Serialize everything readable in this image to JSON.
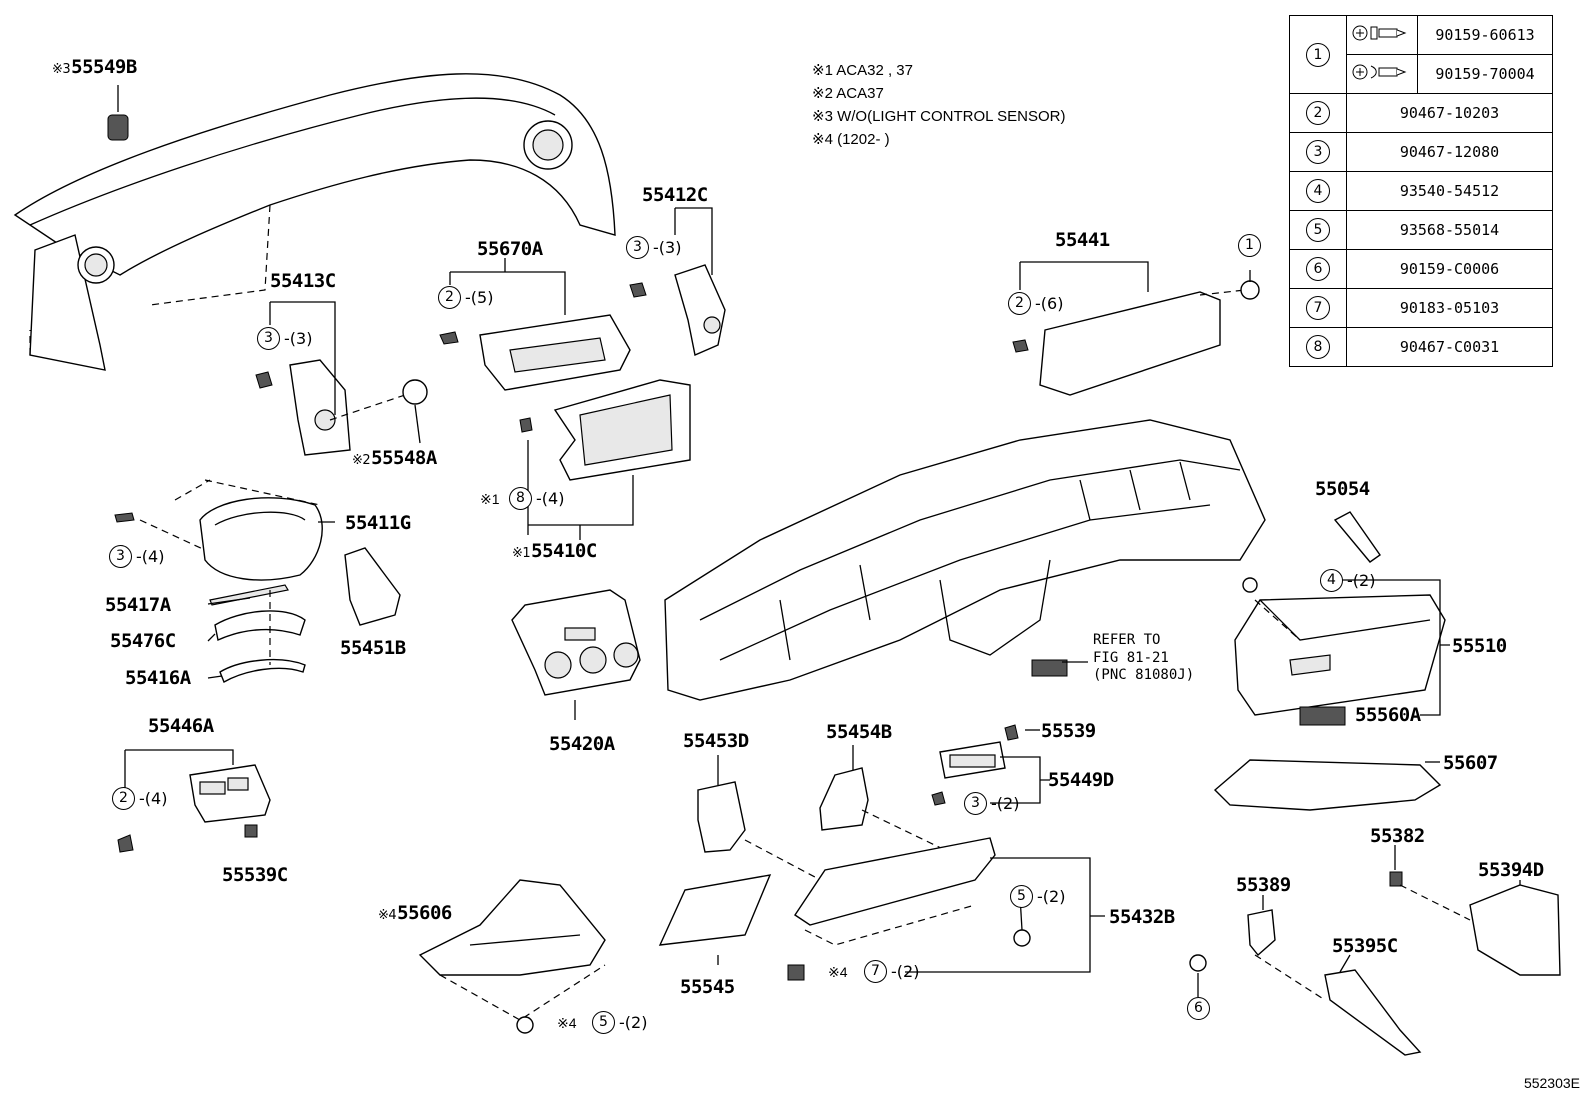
{
  "notes": [
    {
      "mark": "※1",
      "text": "ACA32 , 37"
    },
    {
      "mark": "※2",
      "text": "ACA37"
    },
    {
      "mark": "※3",
      "text": "W/O(LIGHT CONTROL SENSOR)"
    },
    {
      "mark": "※4",
      "text": "(1202-      )"
    }
  ],
  "fastener_table": [
    {
      "key": "1",
      "icon": "screw-icon",
      "part": "90159-60613"
    },
    {
      "key": "",
      "icon": "screw-icon",
      "part": "90159-70004"
    },
    {
      "key": "2",
      "part": "90467-10203"
    },
    {
      "key": "3",
      "part": "90467-12080"
    },
    {
      "key": "4",
      "part": "93540-54512"
    },
    {
      "key": "5",
      "part": "93568-55014"
    },
    {
      "key": "6",
      "part": "90159-C0006"
    },
    {
      "key": "7",
      "part": "90183-05103"
    },
    {
      "key": "8",
      "part": "90467-C0031"
    }
  ],
  "parts": {
    "p55549B": {
      "mark": "※3",
      "label": "55549B"
    },
    "p55413C": {
      "label": "55413C"
    },
    "p55548A": {
      "mark": "※2",
      "label": "55548A"
    },
    "p55670A": {
      "label": "55670A"
    },
    "p55412C": {
      "label": "55412C"
    },
    "p55441": {
      "label": "55441"
    },
    "p55411G": {
      "label": "55411G"
    },
    "p55410C": {
      "mark": "※1",
      "label": "55410C"
    },
    "p55417A": {
      "label": "55417A"
    },
    "p55476C": {
      "label": "55476C"
    },
    "p55416A": {
      "label": "55416A"
    },
    "p55451B": {
      "label": "55451B"
    },
    "p55054": {
      "label": "55054"
    },
    "p55510": {
      "label": "55510"
    },
    "p55560A": {
      "label": "55560A"
    },
    "p55607": {
      "label": "55607"
    },
    "p55420A": {
      "label": "55420A"
    },
    "p55446A": {
      "label": "55446A"
    },
    "p55539C": {
      "label": "55539C"
    },
    "p55453D": {
      "label": "55453D"
    },
    "p55454B": {
      "label": "55454B"
    },
    "p55539": {
      "label": "55539"
    },
    "p55449D": {
      "label": "55449D"
    },
    "p55606": {
      "mark": "※4",
      "label": "55606"
    },
    "p55545": {
      "label": "55545"
    },
    "p55432B": {
      "label": "55432B"
    },
    "p55382": {
      "label": "55382"
    },
    "p55389": {
      "label": "55389"
    },
    "p55394D": {
      "label": "55394D"
    },
    "p55395C": {
      "label": "55395C"
    }
  },
  "callouts": {
    "c1": {
      "num": "3",
      "qty": "-(3)"
    },
    "c2": {
      "num": "2",
      "qty": "-(5)"
    },
    "c3": {
      "num": "3",
      "qty": "-(3)"
    },
    "c4": {
      "num": "2",
      "qty": "-(6)"
    },
    "c5": {
      "num": "1",
      "qty": ""
    },
    "c6": {
      "num": "3",
      "qty": "-(4)"
    },
    "c7": {
      "mark": "※1",
      "num": "8",
      "qty": "-(4)"
    },
    "c8": {
      "num": "4",
      "qty": "-(2)"
    },
    "c9": {
      "num": "2",
      "qty": "-(4)"
    },
    "c10": {
      "num": "3",
      "qty": "-(2)"
    },
    "c11": {
      "num": "5",
      "qty": "-(2)"
    },
    "c12": {
      "mark": "※4",
      "num": "7",
      "qty": "-(2)"
    },
    "c13": {
      "mark": "※4",
      "num": "5",
      "qty": "-(2)"
    },
    "c14": {
      "num": "6",
      "qty": ""
    }
  },
  "refer": {
    "line1": "REFER TO",
    "line2": "FIG 81-21",
    "line3": "(PNC 81080J)"
  },
  "diagram_code": "552303E"
}
